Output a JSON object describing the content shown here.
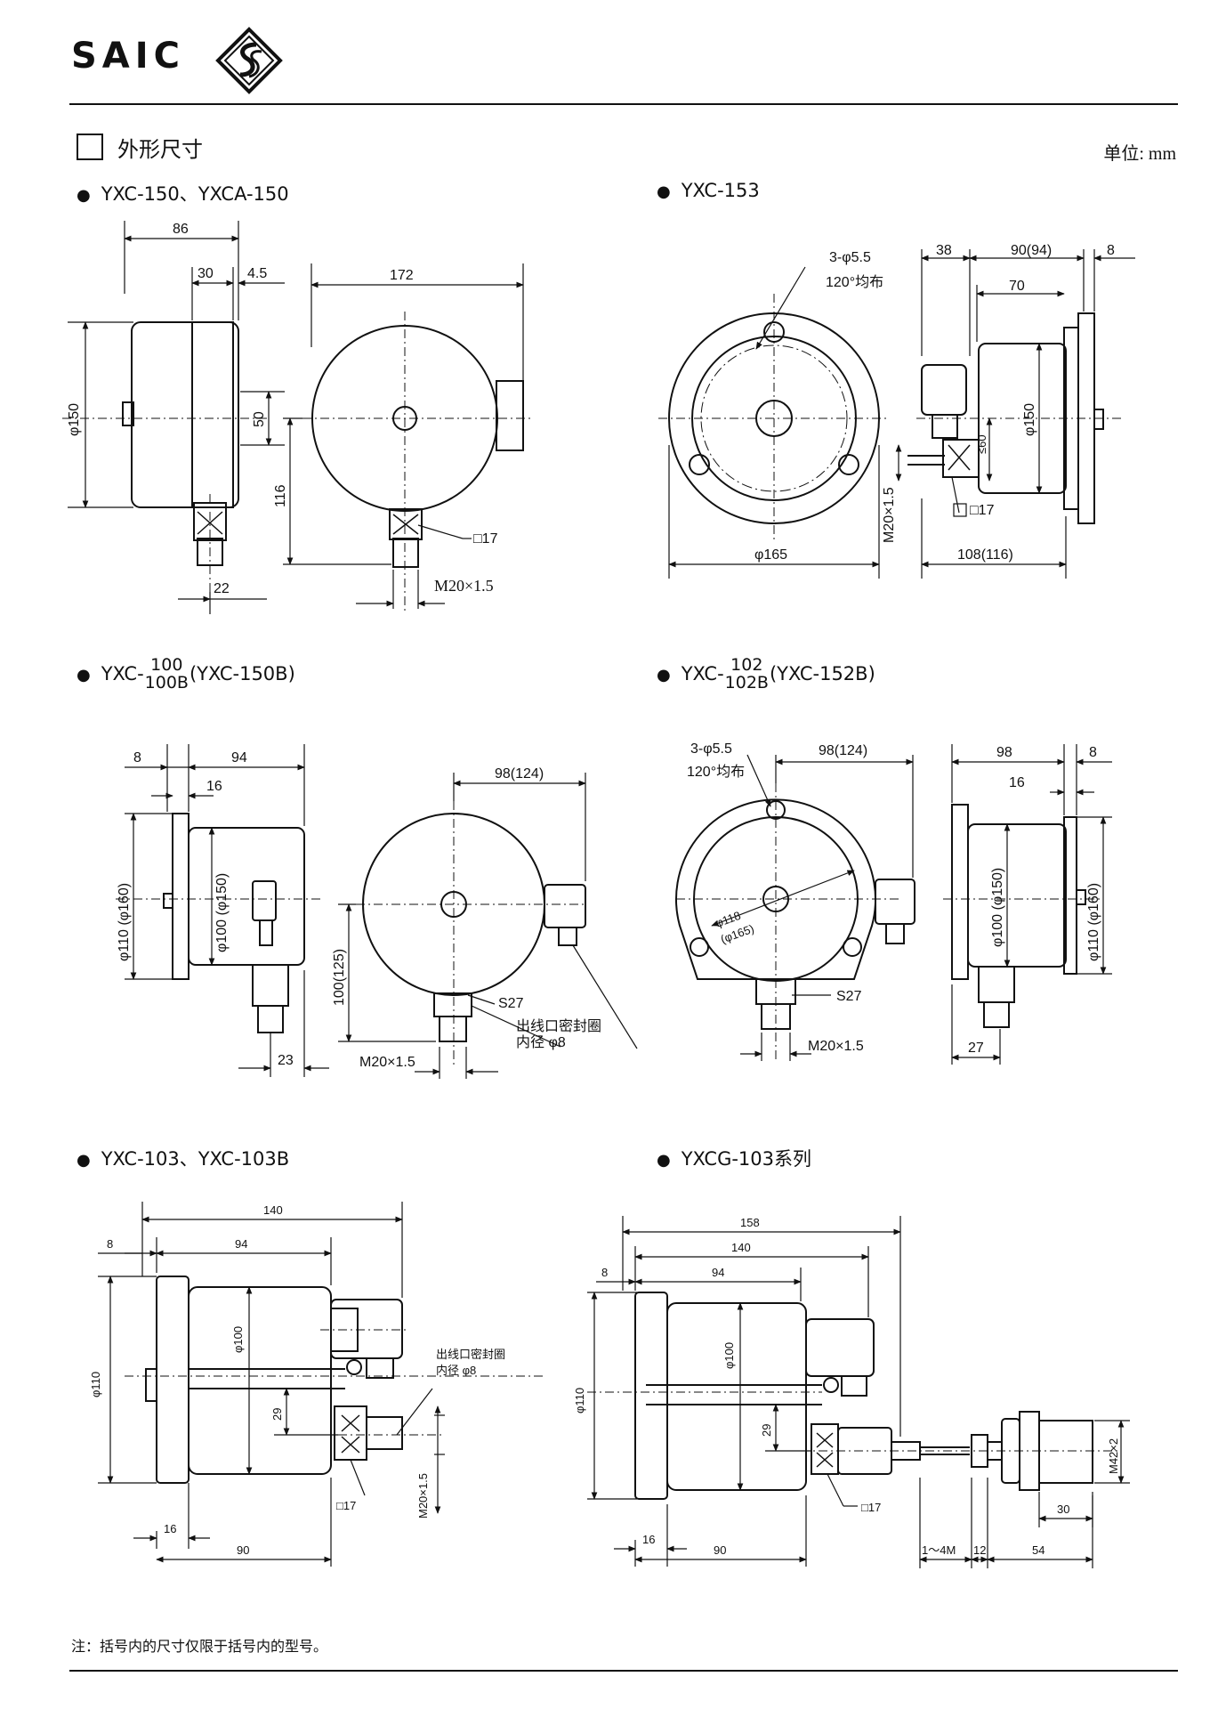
{
  "header": {
    "brand": "SAIC",
    "section_title": "外形尺寸",
    "unit": "单位: mm",
    "logo_icon": "saic-logo-icon"
  },
  "panels": {
    "p1": {
      "model": "YXC-150、YXCA-150",
      "dims": {
        "d86": "86",
        "d30": "30",
        "d45": "4.5",
        "d172": "172",
        "phi150": "φ150",
        "d50": "50",
        "d116": "116",
        "sq17": "□17",
        "d22": "22",
        "thread": "M20×1.5"
      }
    },
    "p2": {
      "model": "YXC-153",
      "dims": {
        "holes": "3-φ5.5",
        "equal": "120°均布",
        "d38": "38",
        "d90": "90(94)",
        "d8": "8",
        "d70": "70",
        "phi150": "φ150",
        "le60": "≤60",
        "thread": "M20×1.5",
        "sq17": "□17",
        "phi165": "φ165",
        "d108": "108(116)"
      }
    },
    "p3": {
      "model_prefix": "YXC-",
      "model_num": "100",
      "model_den": "100B",
      "model_suffix": "(YXC-150B)",
      "dims": {
        "d8": "8",
        "d94": "94",
        "d16": "16",
        "phi110": "φ110 (φ160)",
        "phi100": "φ100 (φ150)",
        "d23": "23",
        "d98": "98(124)",
        "d100": "100(125)",
        "s27": "S27",
        "seal1": "出线口密封圈",
        "seal2": "内径 φ8",
        "thread": "M20×1.5"
      }
    },
    "p4": {
      "model_prefix": "YXC-",
      "model_num": "102",
      "model_den": "102B",
      "model_suffix": "(YXC-152B)",
      "dims": {
        "holes": "3-φ5.5",
        "equal": "120°均布",
        "d98": "98(124)",
        "phi118": "φ118",
        "phi165": "(φ165)",
        "s27": "S27",
        "thread": "M20×1.5",
        "d98b": "98",
        "d8": "8",
        "d16": "16",
        "phi150": "φ100 (φ150)",
        "phi160": "φ110 (φ160)",
        "d27": "27"
      }
    },
    "p5": {
      "model": "YXC-103、YXC-103B",
      "dims": {
        "d140": "140",
        "d8": "8",
        "d94": "94",
        "phi110": "φ110",
        "phi100": "φ100",
        "d29": "29",
        "seal1": "出线口密封圈",
        "seal2": "内径 φ8",
        "sq17": "□17",
        "thread": "M20×1.5",
        "d16": "16",
        "d90": "90"
      }
    },
    "p6": {
      "model": "YXCG-103系列",
      "dims": {
        "d158": "158",
        "d140": "140",
        "d8": "8",
        "d94": "94",
        "phi110": "φ110",
        "phi100": "φ100",
        "d29": "29",
        "sq17": "□17",
        "m42": "M42×2",
        "d30": "30",
        "d16": "16",
        "d90": "90",
        "d14m": "1～4M",
        "d12": "12",
        "d54": "54"
      }
    }
  },
  "footnote": "注：括号内的尺寸仅限于括号内的型号。"
}
